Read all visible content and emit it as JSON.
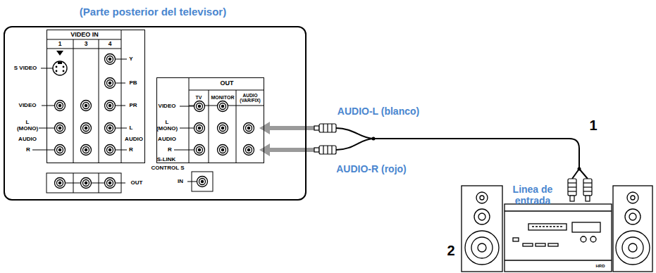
{
  "diagram": {
    "nodes": [
      {
        "text": [
          "(Parte posterior del televisor)"
        ]
      },
      {
        "text": [
          "VIDEO IN"
        ],
        "in": 0
      },
      {
        "text": [
          "OUT"
        ],
        "in": 0
      }
    ],
    "labels": [
      "1",
      "3",
      "4",
      "S VIDEO",
      "VIDEO",
      "L (MONO)",
      "AUDIO",
      "R",
      "Y",
      "PB",
      "PR",
      "L",
      "AUDIO",
      "R",
      "S-LINK",
      "CONTROL S",
      "OUT",
      "IN",
      "TV",
      "MONITOR",
      "AUDIO (VAR/FIX)",
      "VIDEO",
      "L (MONO)",
      "AUDIO",
      "R",
      "AUDIO-L (blanco)",
      "AUDIO-R (rojo)",
      "1",
      "Linea de entrada",
      "2",
      "HRD"
    ]
  }
}
